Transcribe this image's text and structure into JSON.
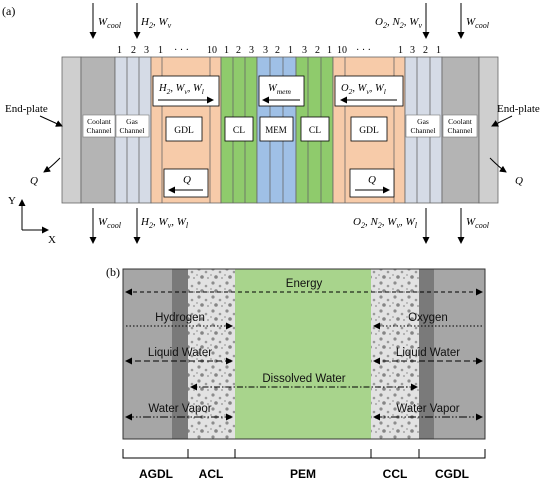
{
  "panel_a": {
    "label": "(a)",
    "top_left_cool": "W",
    "top_left_cool_sub": "cool",
    "top_left_flow": "H",
    "top_left_flow_sub1": "2",
    "top_left_flow_tail": ", W",
    "top_left_flow_sub2": "v",
    "top_right_flow": "O",
    "top_right_flow_sub1": "2",
    "top_right_flow_mid": ", N",
    "top_right_flow_sub2": "2",
    "top_right_flow_tail": ", W",
    "top_right_flow_sub3": "v",
    "top_right_cool": "W",
    "top_right_cool_sub": "cool",
    "bottom_left_cool": "W",
    "bottom_left_cool_sub": "cool",
    "bottom_left_flow": "H",
    "bottom_left_flow_sub1": "2",
    "bottom_left_flow_mid": ", W",
    "bottom_left_flow_sub2": "v",
    "bottom_left_flow_mid2": ", W",
    "bottom_left_flow_sub3": "l",
    "bottom_right_flow": "O",
    "bottom_right_flow_sub1": "2",
    "bottom_right_flow_mid": ", N",
    "bottom_right_flow_sub2": "2",
    "bottom_right_flow_mid2": ", W",
    "bottom_right_flow_sub3": "v",
    "bottom_right_flow_mid3": ", W",
    "bottom_right_flow_sub4": "l",
    "bottom_right_cool": "W",
    "bottom_right_cool_sub": "cool",
    "node_numbers_left": [
      "1",
      "2",
      "3",
      "1",
      "· · ·",
      "10",
      "1",
      "2",
      "3",
      "3",
      "2",
      "1"
    ],
    "node_numbers_right": [
      "3",
      "2",
      "1",
      "10",
      "· · ·",
      "1",
      "3",
      "2",
      "1"
    ],
    "end_plate_left": "End-plate",
    "end_plate_right": "End-plate",
    "coolant_channel_left": [
      "Coolant",
      "Channel"
    ],
    "gas_channel_left": [
      "Gas",
      "Channel"
    ],
    "gas_channel_right": [
      "Gas",
      "Channel"
    ],
    "coolant_channel_right": [
      "Coolant",
      "Channel"
    ],
    "gdl_left": "GDL",
    "gdl_right": "GDL",
    "cl_left": "CL",
    "cl_right": "CL",
    "mem": "MEM",
    "anode_box": "H",
    "anode_box_sub1": "2",
    "anode_box_mid": ", W",
    "anode_box_sub2": "v",
    "anode_box_mid2": ", W",
    "anode_box_sub3": "l",
    "mem_box": "W",
    "mem_box_sub": "mem",
    "cathode_box": "O",
    "cathode_box_sub1": "2",
    "cathode_box_mid": ", W",
    "cathode_box_sub2": "v",
    "cathode_box_mid2": ", W",
    "cathode_box_sub3": "l",
    "heat_left": "Q",
    "heat_right": "Q",
    "q_left_outer": "Q",
    "q_right_outer": "Q",
    "axis_y": "Y",
    "axis_x": "X"
  },
  "panel_b": {
    "label": "(b)",
    "energy": "Energy",
    "hydrogen": "Hydrogen",
    "oxygen": "Oxygen",
    "liquid_water_left": "Liquid Water",
    "liquid_water_right": "Liquid Water",
    "dissolved_water": "Dissolved Water",
    "water_vapor_left": "Water Vapor",
    "water_vapor_right": "Water Vapor",
    "layers": [
      "AGDL",
      "ACL",
      "PEM",
      "CCL",
      "CGDL"
    ]
  }
}
